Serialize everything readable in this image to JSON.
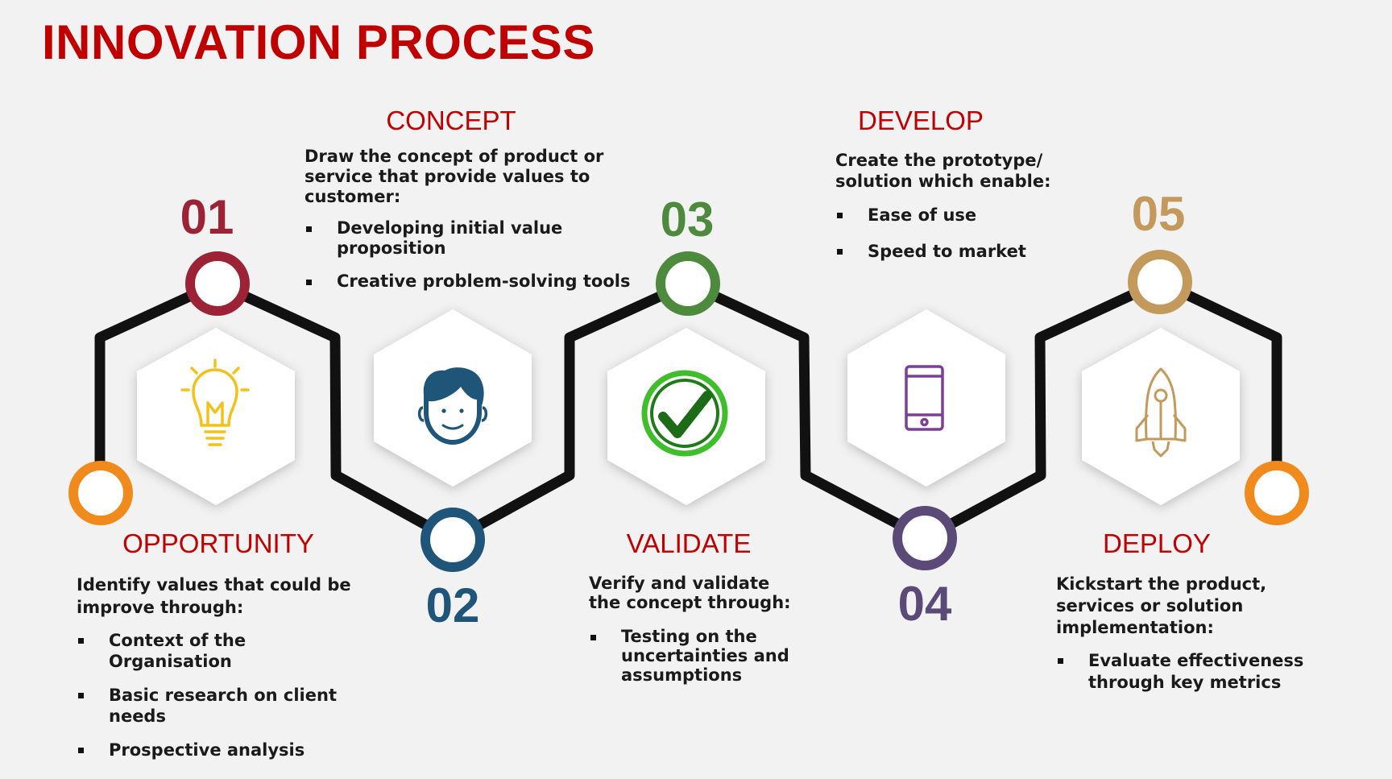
{
  "title": "INNOVATION PROCESS",
  "steps": [
    {
      "number": "01",
      "heading": "OPPORTUNITY",
      "icon": "lightbulb-icon",
      "color": "#9b2335",
      "intro": "Identify values that could be improve through:",
      "bullets": [
        "Context of the Organisation",
        "Basic research on client needs",
        "Prospective analysis"
      ]
    },
    {
      "number": "02",
      "heading": "CONCEPT",
      "icon": "person-face-icon",
      "color": "#1f5578",
      "intro": "Draw the concept of product or service that provide values to customer:",
      "bullets": [
        "Developing initial value proposition",
        "Creative problem-solving tools"
      ]
    },
    {
      "number": "03",
      "heading": "VALIDATE",
      "icon": "checkmark-icon",
      "color": "#4e8a3e",
      "intro": "Verify and validate the concept through:",
      "bullets": [
        "Testing on the uncertainties and assumptions"
      ]
    },
    {
      "number": "04",
      "heading": "DEVELOP",
      "icon": "smartphone-icon",
      "color": "#5b4a78",
      "intro": "Create the prototype/ solution which enable:",
      "bullets": [
        "Ease of use",
        "Speed to market"
      ]
    },
    {
      "number": "05",
      "heading": "DEPLOY",
      "icon": "rocket-icon",
      "color": "#c49a5c",
      "intro": "Kickstart the product, services or solution implementation:",
      "bullets": [
        "Evaluate effectiveness through key metrics"
      ]
    }
  ],
  "colors": {
    "title": "#c00000",
    "end_circles": "#f08a1c",
    "connector": "#111111",
    "hexagon": "#ffffff"
  }
}
